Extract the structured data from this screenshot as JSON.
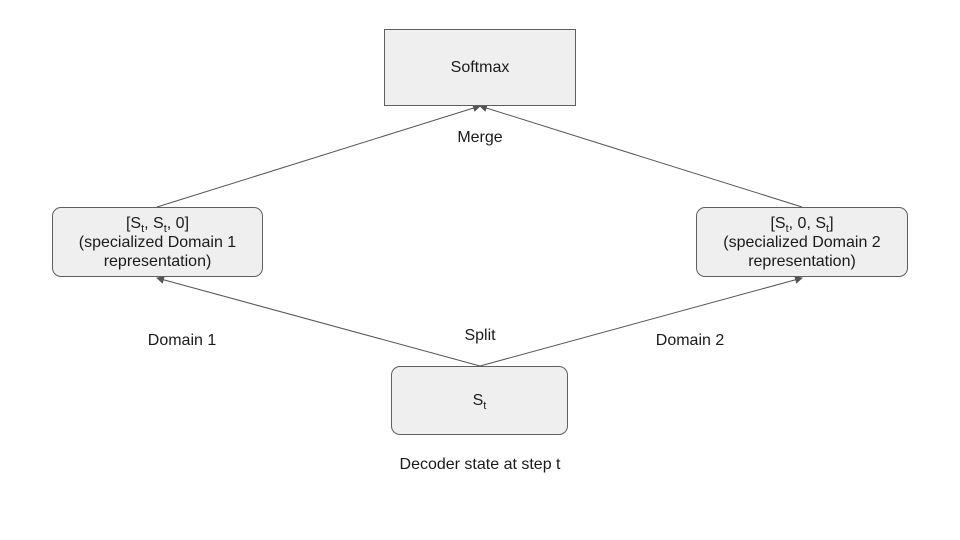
{
  "nodes": {
    "softmax": {
      "label": "Softmax"
    },
    "domain1": {
      "vector": {
        "open": "[",
        "s1": "S",
        "sub1": "t",
        "sep1": ", ",
        "s2": "S",
        "sub2": "t",
        "rest": ", 0]"
      },
      "line2": "(specialized Domain 1",
      "line3": "representation)"
    },
    "domain2": {
      "vector": {
        "open": "[",
        "s1": "S",
        "sub1": "t",
        "mid": ", 0, ",
        "s2": "S",
        "sub2": "t",
        "close": "]"
      },
      "line2": "(specialized Domain 2",
      "line3": "representation)"
    },
    "state": {
      "main": "S",
      "sub": "t"
    }
  },
  "labels": {
    "merge": "Merge",
    "split": "Split",
    "domain1": "Domain 1",
    "domain2": "Domain 2",
    "state_caption": "Decoder state at step t"
  },
  "edges": [
    {
      "from": "state",
      "to": "domain1"
    },
    {
      "from": "state",
      "to": "domain2"
    },
    {
      "from": "domain1",
      "to": "softmax"
    },
    {
      "from": "domain2",
      "to": "softmax"
    }
  ]
}
